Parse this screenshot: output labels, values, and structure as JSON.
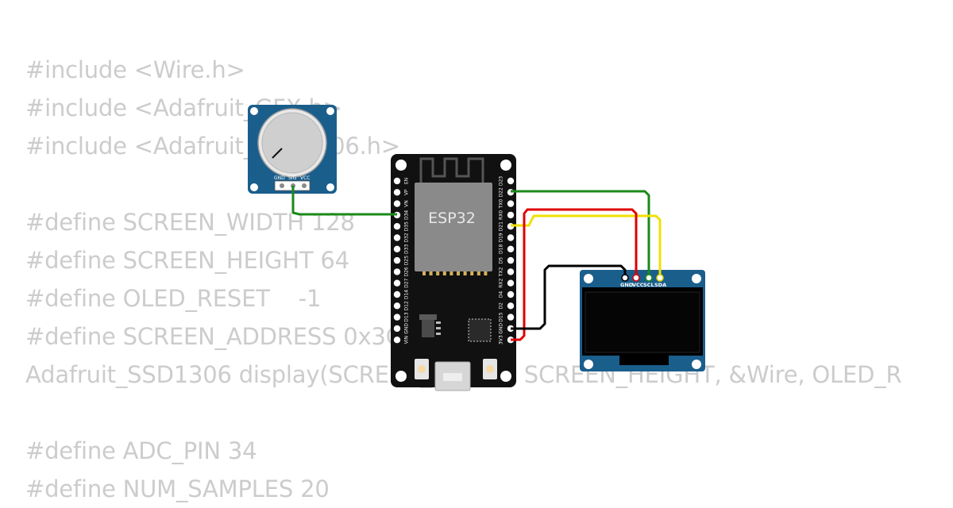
{
  "code_lines": [
    "#include <Wire.h>",
    "#include <Adafruit_GFX.h>",
    "#include <Adafruit_SSD1306.h>",
    "",
    "#define SCREEN_WIDTH 128",
    "#define SCREEN_HEIGHT 64",
    "#define OLED_RESET    -1",
    "#define SCREEN_ADDRESS 0x3C",
    "Adafruit_SSD1306 display(SCREEN_WIDTH, SCREEN_HEIGHT, &Wire, OLED_R",
    "",
    "#define ADC_PIN 34",
    "#define NUM_SAMPLES 20"
  ],
  "esp32": {
    "label": "ESP32",
    "left_pins": [
      "EN",
      "VP",
      "VN",
      "D34",
      "D35",
      "D32",
      "D33",
      "D25",
      "D26",
      "D27",
      "D14",
      "D12",
      "D13",
      "GND",
      "VIN"
    ],
    "right_pins": [
      "D23",
      "D22",
      "TX0",
      "RX0",
      "D21",
      "D19",
      "D18",
      "D5",
      "TX2",
      "RX2",
      "D4",
      "D2",
      "D15",
      "GND",
      "3V3"
    ]
  },
  "potentiometer": {
    "pins": [
      "GND",
      "SIG",
      "VCC"
    ]
  },
  "oled": {
    "pins": [
      "GND",
      "VCC",
      "SCL",
      "SDA"
    ]
  },
  "wire_colors": {
    "signal": "#1a8a1a",
    "power": "#e00000",
    "ground": "#000000",
    "sda": "#f0e000",
    "scl": "#1a8a1a"
  },
  "colors": {
    "module_blue": "#1a5e8c",
    "board_black": "#111111",
    "chip_gray": "#8a8a8a",
    "code_gray": "#cccccc"
  }
}
